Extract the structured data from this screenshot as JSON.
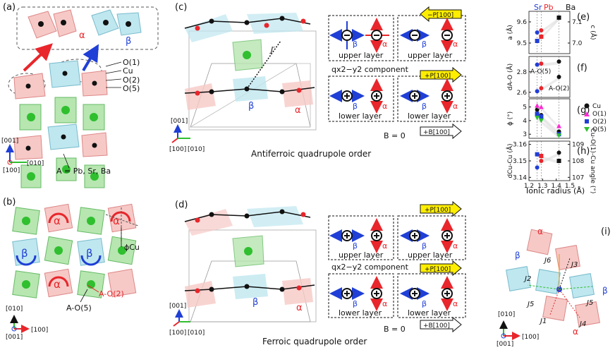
{
  "panels": {
    "a": "(a)",
    "b": "(b)",
    "c": "(c)",
    "d": "(d)",
    "e": "(e)",
    "f": "(f)",
    "g": "(g)",
    "h": "(h)",
    "i": "(i)"
  },
  "panel_a": {
    "labels": [
      "O(1)",
      "Cu",
      "O(2)",
      "O(5)"
    ],
    "a_site": "A = Pb, Sr, Ba",
    "alpha": "α",
    "beta": "β",
    "axis_001": "[001]",
    "axis_010": "[010]",
    "axis_100": "[100]"
  },
  "panel_b": {
    "alpha": "α",
    "beta": "β",
    "phi": "ϕCu",
    "ao2": "A-O(2)",
    "ao5": "A-O(5)",
    "axis_010": "[010]",
    "axis_100": "[100]",
    "axis_001": "[001]"
  },
  "panel_c": {
    "jprime": "J′",
    "upper": "upper layer",
    "lower": "lower layer",
    "q": "qx2−y2 component",
    "p_neg": "−P[100]",
    "p_pos": "+P[100]",
    "b_eq": "B = 0",
    "b_field": "+B[100]",
    "title": "Antiferroic quadrupole order",
    "alpha": "α",
    "beta": "β",
    "axis_001": "[001]",
    "axis_100": "[100]",
    "axis_010": "[010]"
  },
  "panel_d": {
    "upper": "upper layer",
    "lower": "lower layer",
    "q": "qx2−y2 component",
    "p_pos": "+P[100]",
    "b_eq": "B = 0",
    "b_field": "+B[100]",
    "title": "Ferroic quadrupole order",
    "alpha": "α",
    "beta": "β",
    "axis_001": "[001]",
    "axis_100": "[100]",
    "axis_010": "[010]"
  },
  "panel_i": {
    "j1": "J1",
    "j2": "J2",
    "j3": "J3",
    "j4": "J4",
    "j5a": "J5",
    "j5b": "J5",
    "j6": "J6",
    "alpha": "α",
    "beta": "β",
    "axis_010": "[010]",
    "axis_100": "[100]",
    "axis_001": "[001]"
  },
  "colors": {
    "red": "#e8262b",
    "blue": "#1f3fd6",
    "green": "#2fbf2f",
    "pink_fill": "#f6c9c6",
    "cyan_fill": "#bfe7ef",
    "green_fill": "#b7e6b0",
    "yellow": "#ffee00"
  },
  "chart_data": {
    "type": "scatter",
    "xlabel": "Ionic radius (Å)",
    "x_ticks": [
      "1.2",
      "1.3",
      "1.4",
      "1.5"
    ],
    "xlim": [
      1.2,
      1.5
    ],
    "top_labels": [
      "Sr",
      "Pb",
      "Ba"
    ],
    "x_ref": [
      1.26,
      1.29,
      1.42
    ],
    "legend": [
      "Cu",
      "O(1)",
      "O(2)",
      "O(5)"
    ],
    "subplots": [
      {
        "id": "e",
        "ylabel": "a (Å)",
        "ylabel_right": "c (Å)",
        "y_ticks": [
          "9.5",
          "9.6"
        ],
        "ylim": [
          9.45,
          9.65
        ],
        "y_ticks_right": [
          "7.0",
          "7.1"
        ],
        "ylim_right": [
          6.95,
          7.15
        ],
        "series": [
          {
            "axis": "left",
            "x": [
              1.26,
              1.29,
              1.42
            ],
            "y": [
              9.55,
              9.56,
              9.62
            ]
          },
          {
            "axis": "right",
            "x": [
              1.26,
              1.29,
              1.42
            ],
            "y": [
              7.01,
              7.03,
              7.12
            ]
          }
        ]
      },
      {
        "id": "f",
        "ylabel": "dA-O (Å)",
        "y_ticks": [
          "2.6",
          "2.8"
        ],
        "ylim": [
          2.55,
          2.95
        ],
        "annotations": [
          "A-O(5)",
          "A-O(2)"
        ],
        "series": [
          {
            "name": "A-O(5)",
            "x": [
              1.26,
              1.29,
              1.42
            ],
            "y": [
              2.87,
              2.88,
              2.9
            ]
          },
          {
            "name": "A-O(2)",
            "x": [
              1.26,
              1.29,
              1.42
            ],
            "y": [
              2.61,
              2.64,
              2.75
            ]
          }
        ]
      },
      {
        "id": "g",
        "ylabel": "ϕ (°)",
        "y_ticks": [
          "3",
          "4",
          "5"
        ],
        "ylim": [
          2.7,
          5.6
        ],
        "series": [
          {
            "name": "Cu",
            "x": [
              1.26,
              1.29,
              1.42
            ],
            "y": [
              4.8,
              4.4,
              3.2
            ]
          },
          {
            "name": "O(1)",
            "x": [
              1.26,
              1.29,
              1.42
            ],
            "y": [
              5.1,
              5.0,
              3.6
            ]
          },
          {
            "name": "O(2)",
            "x": [
              1.26,
              1.29,
              1.42
            ],
            "y": [
              4.5,
              4.3,
              3.0
            ]
          },
          {
            "name": "O(5)",
            "x": [
              1.26,
              1.29,
              1.42
            ],
            "y": [
              4.2,
              4.0,
              2.9
            ]
          }
        ]
      },
      {
        "id": "h",
        "ylabel": "dCu-Cu (Å)",
        "ylabel_right": "Cu-O(1)-Cu angle (°)",
        "y_ticks": [
          "3.14",
          "3.15",
          "3.16"
        ],
        "ylim": [
          3.138,
          3.162
        ],
        "y_ticks_right": [
          "107",
          "108",
          "109"
        ],
        "ylim_right": [
          106.8,
          109.2
        ],
        "series": [
          {
            "axis": "left",
            "x": [
              1.26,
              1.29,
              1.42
            ],
            "y": [
              3.146,
              3.15,
              3.155
            ]
          },
          {
            "axis": "right",
            "x": [
              1.26,
              1.29,
              1.42
            ],
            "y": [
              108.4,
              108.3,
              108.0
            ]
          }
        ]
      }
    ]
  }
}
